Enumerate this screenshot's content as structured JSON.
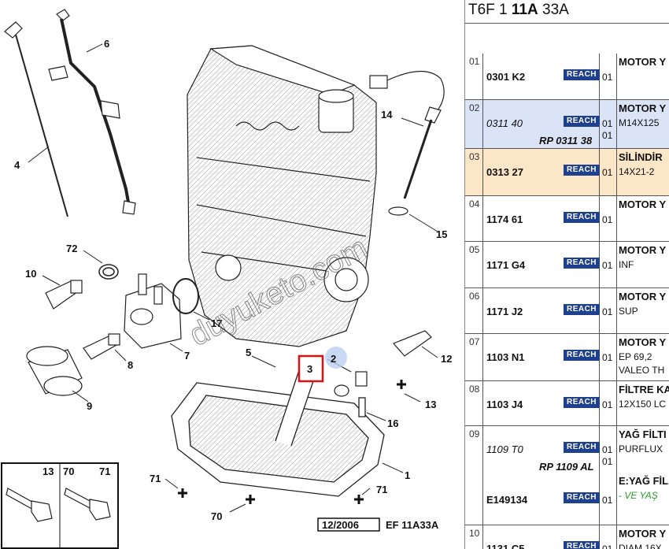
{
  "diagram": {
    "callouts": [
      "6",
      "4",
      "14",
      "15",
      "72",
      "10",
      "17",
      "7",
      "8",
      "9",
      "5",
      "3",
      "2",
      "12",
      "13",
      "16",
      "1",
      "71",
      "70",
      "71"
    ],
    "legend": [
      "13",
      "70",
      "71"
    ],
    "stamp_date": "12/2006",
    "stamp_code": "EF 11A33A",
    "watermark": "duyuketo.com"
  },
  "panel": {
    "title_pre": "T6F 1 ",
    "title_bold": "11A",
    "title_post": " 33A",
    "reach_label": "REACH",
    "rows": [
      {
        "num": "01",
        "code": "0301 K2",
        "qty": "01",
        "title": "MOTOR Y",
        "sub": ""
      },
      {
        "num": "02",
        "code": "0311 40",
        "rp": "RP 0311 38",
        "qty": "01",
        "qty2": "01",
        "title": "MOTOR Y",
        "sub": "M14X125"
      },
      {
        "num": "03",
        "code": "0313 27",
        "qty": "01",
        "title": "SİLİNDİR",
        "sub": "14X21-2"
      },
      {
        "num": "04",
        "code": "1174 61",
        "qty": "01",
        "title": "MOTOR Y",
        "sub": ""
      },
      {
        "num": "05",
        "code": "1171 G4",
        "qty": "01",
        "title": "MOTOR Y",
        "sub": "INF"
      },
      {
        "num": "06",
        "code": "1171 J2",
        "qty": "01",
        "title": "MOTOR Y",
        "sub": "SUP"
      },
      {
        "num": "07",
        "code": "1103 N1",
        "qty": "01",
        "title": "MOTOR Y",
        "sub": "EP 69,2",
        "sub2": "VALEO TH"
      },
      {
        "num": "08",
        "code": "1103 J4",
        "qty": "01",
        "title": "FİLTRE KA",
        "sub": "12X150 LC"
      },
      {
        "num": "09",
        "code": "1109 T0",
        "rp": "RP 1109 AL",
        "qty": "01",
        "qty2": "01",
        "title": "YAĞ FİLTI",
        "sub": "PURFLUX",
        "code2": "E149134",
        "qty3": "01",
        "title2": "E:YAĞ FİL",
        "sub3": "- VE YAŞ"
      },
      {
        "num": "10",
        "code": "1131 C5",
        "qty": "01",
        "title": "MOTOR Y",
        "sub": "DIAM 16X"
      }
    ]
  }
}
